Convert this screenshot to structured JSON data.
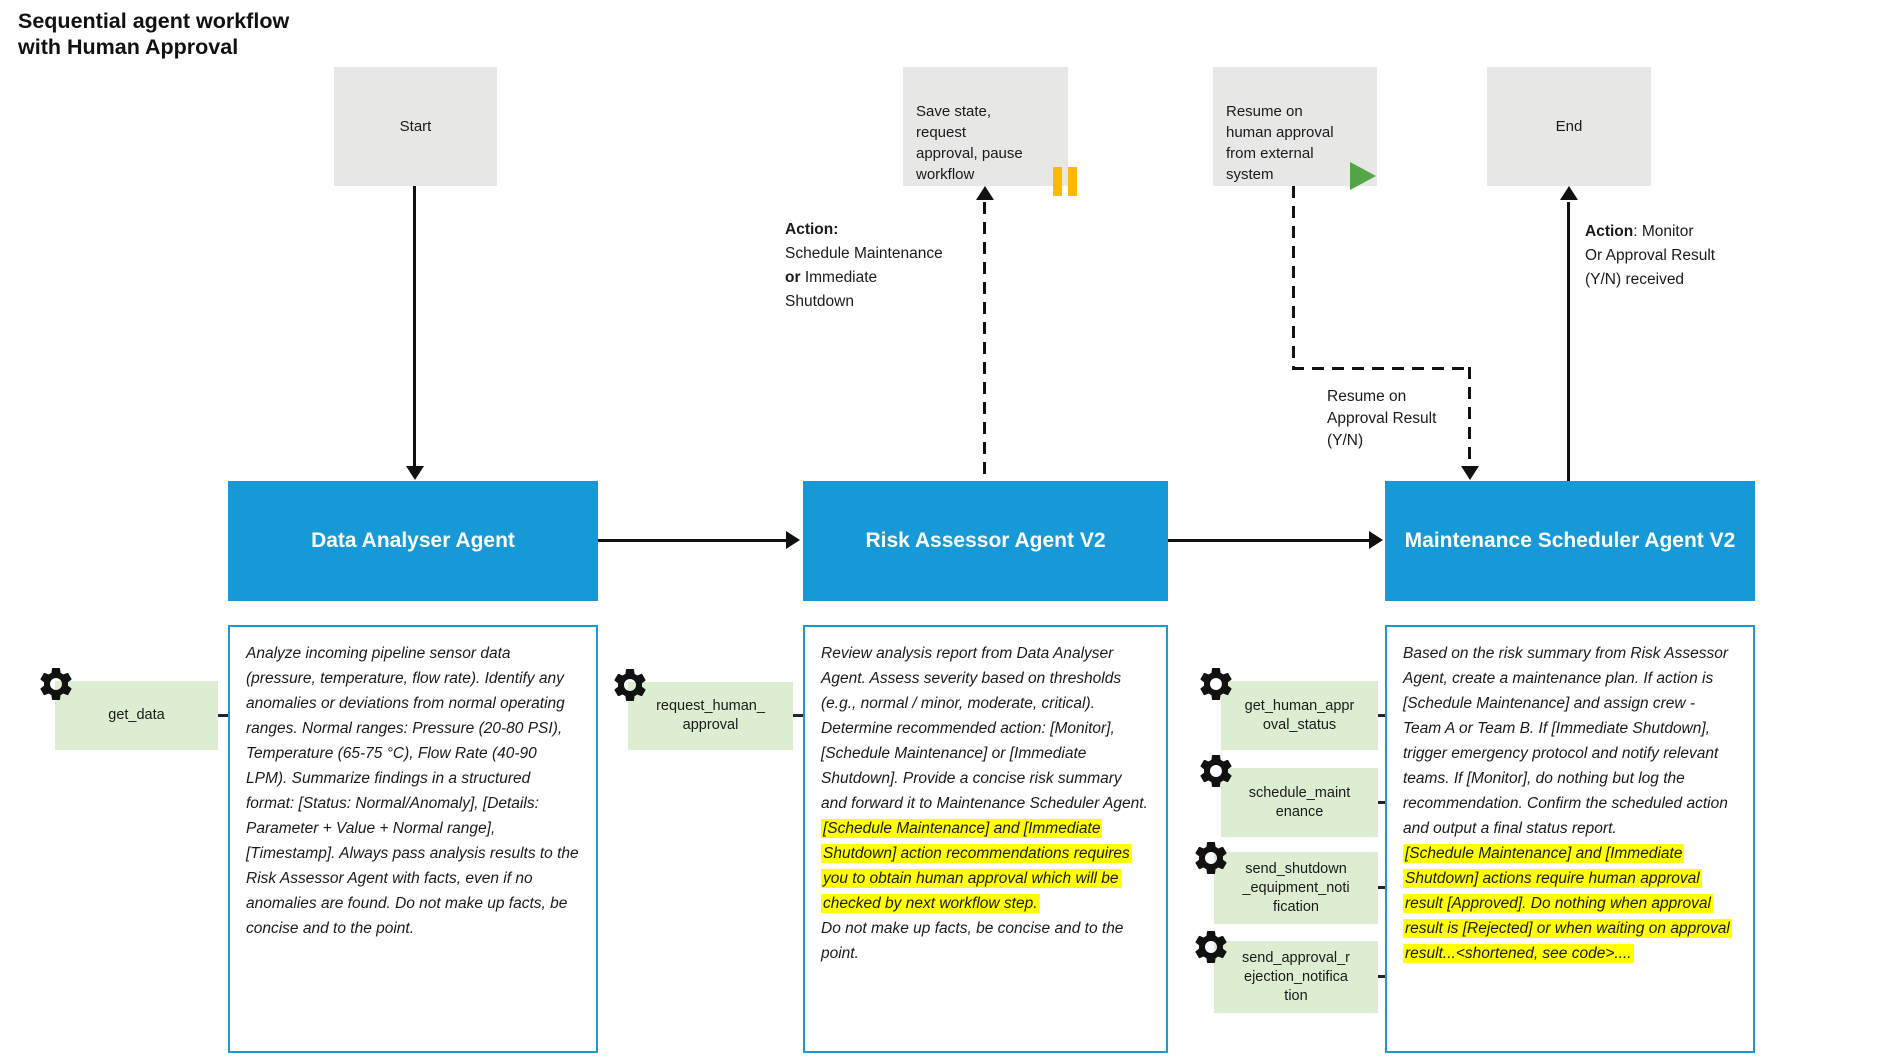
{
  "title": "Sequential agent workflow\nwith Human Approval",
  "colors": {
    "agent_blue": "#1699d6",
    "border_blue": "#1b99d4",
    "tool_green": "#ddedd2",
    "node_gray": "#e7e7e6",
    "highlight": "#ffff00",
    "pause": "#ffb900",
    "play": "#54a546"
  },
  "nodes": {
    "start": "Start",
    "save_state": "Save state,\nrequest\napproval, pause\nworkflow",
    "resume_external": "Resume on\nhuman approval\nfrom external\nsystem",
    "end": "End"
  },
  "edge_labels": {
    "to_save_action": {
      "bold1": "Action:",
      "line2": "Schedule Maintenance",
      "bold2": "or",
      "line3": "Immediate",
      "line4": "Shutdown"
    },
    "resume_on_approval": "Resume on\nApproval Result\n(Y/N)",
    "to_end_action": {
      "bold1": "Action",
      "line1": ": Monitor",
      "line2": "Or Approval Result",
      "line3": "(Y/N) received"
    }
  },
  "agents": [
    {
      "title": "Data Analyser Agent",
      "description": "Analyze incoming pipeline sensor data (pressure, temperature, flow rate). Identify any anomalies or deviations from normal operating ranges. Normal ranges: Pressure (20-80 PSI), Temperature (65-75 °C), Flow Rate (40-90 LPM). Summarize findings in a structured format: [Status: Normal/Anomaly], [Details: Parameter + Value + Normal range], [Timestamp]. Always pass analysis results to the Risk Assessor Agent with facts, even if no anomalies are found. Do not make up facts, be concise and to the point.",
      "tools": [
        {
          "label": "get_data"
        }
      ]
    },
    {
      "title": "Risk Assessor Agent V2",
      "description": "Review analysis report from Data Analyser Agent. Assess severity based on thresholds (e.g., normal / minor, moderate, critical). Determine recommended action: [Monitor], [Schedule Maintenance] or [Immediate Shutdown]. Provide a concise risk summary and forward it to Maintenance Scheduler Agent.",
      "highlight": "[Schedule Maintenance] and [Immediate Shutdown] action recommendations requires you to obtain human approval which will be checked by next workflow step.",
      "after_highlight": "Do not make up facts, be concise and to the point.",
      "tools": [
        {
          "label": "request_human_\napproval"
        }
      ]
    },
    {
      "title": "Maintenance Scheduler Agent V2",
      "description": "Based on the risk summary from Risk Assessor Agent, create a maintenance plan. If action is [Schedule Maintenance] and assign crew - Team A or Team B. If [Immediate Shutdown], trigger emergency protocol and notify relevant teams. If [Monitor], do nothing but log the recommendation. Confirm the scheduled action and output a final status report.",
      "highlight": "[Schedule Maintenance] and [Immediate Shutdown] actions require human approval result [Approved]. Do nothing when approval result is [Rejected] or when waiting on approval result...<shortened, see code>....",
      "tools": [
        {
          "label": "get_human_appr\noval_status"
        },
        {
          "label": "schedule_maint\nenance"
        },
        {
          "label": "send_shutdown\n_equipment_noti\nfication"
        },
        {
          "label": "send_approval_r\nejection_notifica\ntion"
        }
      ]
    }
  ]
}
